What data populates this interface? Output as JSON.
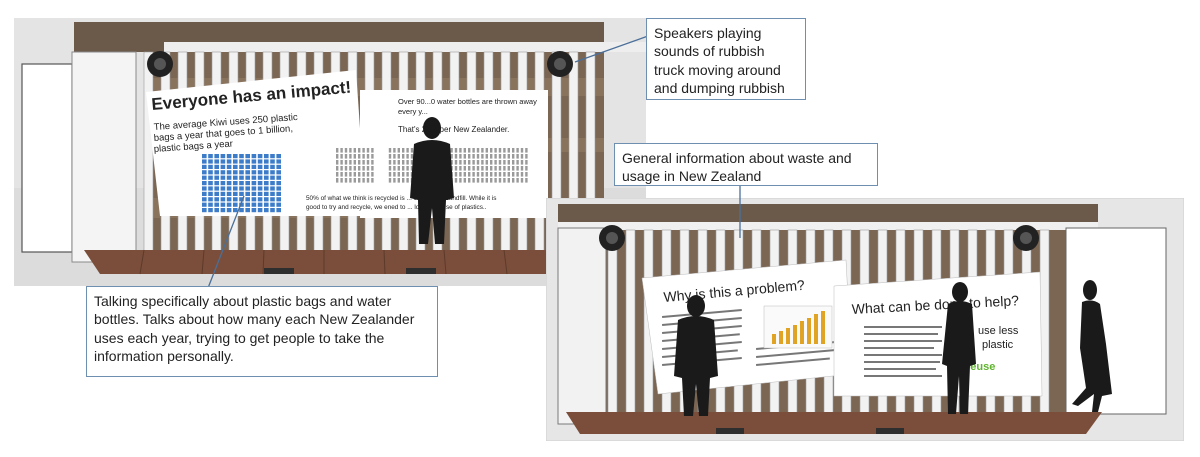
{
  "callouts": {
    "speakers": "Speakers playing sounds of rubbish truck moving around and dumping rubbish",
    "general_info": "General information about waste and usage in New Zealand",
    "plastic_bags": "Talking specifically about plastic bags and water bottles. Talks about how many each New Zealander uses each year, trying to get people to take the information personally."
  },
  "left_panel": {
    "title": "Everyone has an impact!",
    "bags_text_line1": "The average Kiwi uses 250 plastic",
    "bags_text_line2": "bags a year that goes to 1 billion,",
    "bags_text_line3": "plastic bags a year",
    "bottles_line1": "Over 90...0 water bottles are thrown away",
    "bottles_line2": "every y...",
    "bottles_line3": "That's 25... per New Zealander.",
    "recycle_line1": "50% of what we think is recycled is ... sent to the Landfill. While it is",
    "recycle_line2": "good to try and recycle, we ened to ... lower our use of plastics.."
  },
  "right_panels": {
    "problem_title": "Why is this a problem?",
    "help_title": "What can be done to help?",
    "use_less_line1": "use less",
    "use_less_line2": "plastic",
    "reuse": "reuse"
  },
  "colors": {
    "callout_border": "#6f8fb0",
    "leader_line": "#4a6f99",
    "silhouette": "#1a1a1a",
    "floor": "#7a4e3a",
    "bag_icon": "#3d7cc9",
    "reuse_green": "#5fb52e"
  }
}
